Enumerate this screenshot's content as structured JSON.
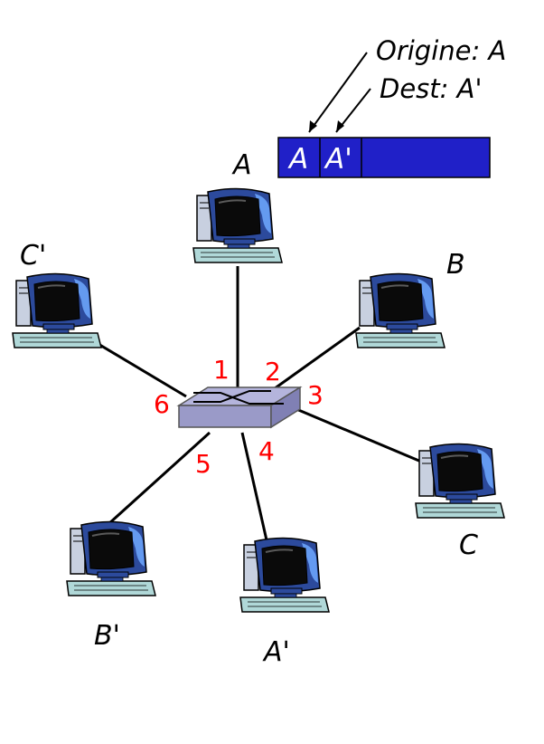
{
  "frame": {
    "source_label": "A",
    "dest_label": "A'",
    "origin_annotation": "Origine: A",
    "dest_annotation": "Dest: A'",
    "color": "#2020c8"
  },
  "hosts": {
    "a": "A",
    "b": "B",
    "c": "C",
    "a_prime": "A'",
    "b_prime": "B'",
    "c_prime": "C'"
  },
  "switch_ports": [
    "1",
    "2",
    "3",
    "4",
    "5",
    "6"
  ],
  "colors": {
    "port_label": "#ff0000",
    "switch_top": "#b4b4dc",
    "switch_side": "#8c8cbe",
    "monitor_body": "#2c4a9c",
    "screen": "#0a0a0a",
    "keyboard": "#b0d8d8"
  }
}
